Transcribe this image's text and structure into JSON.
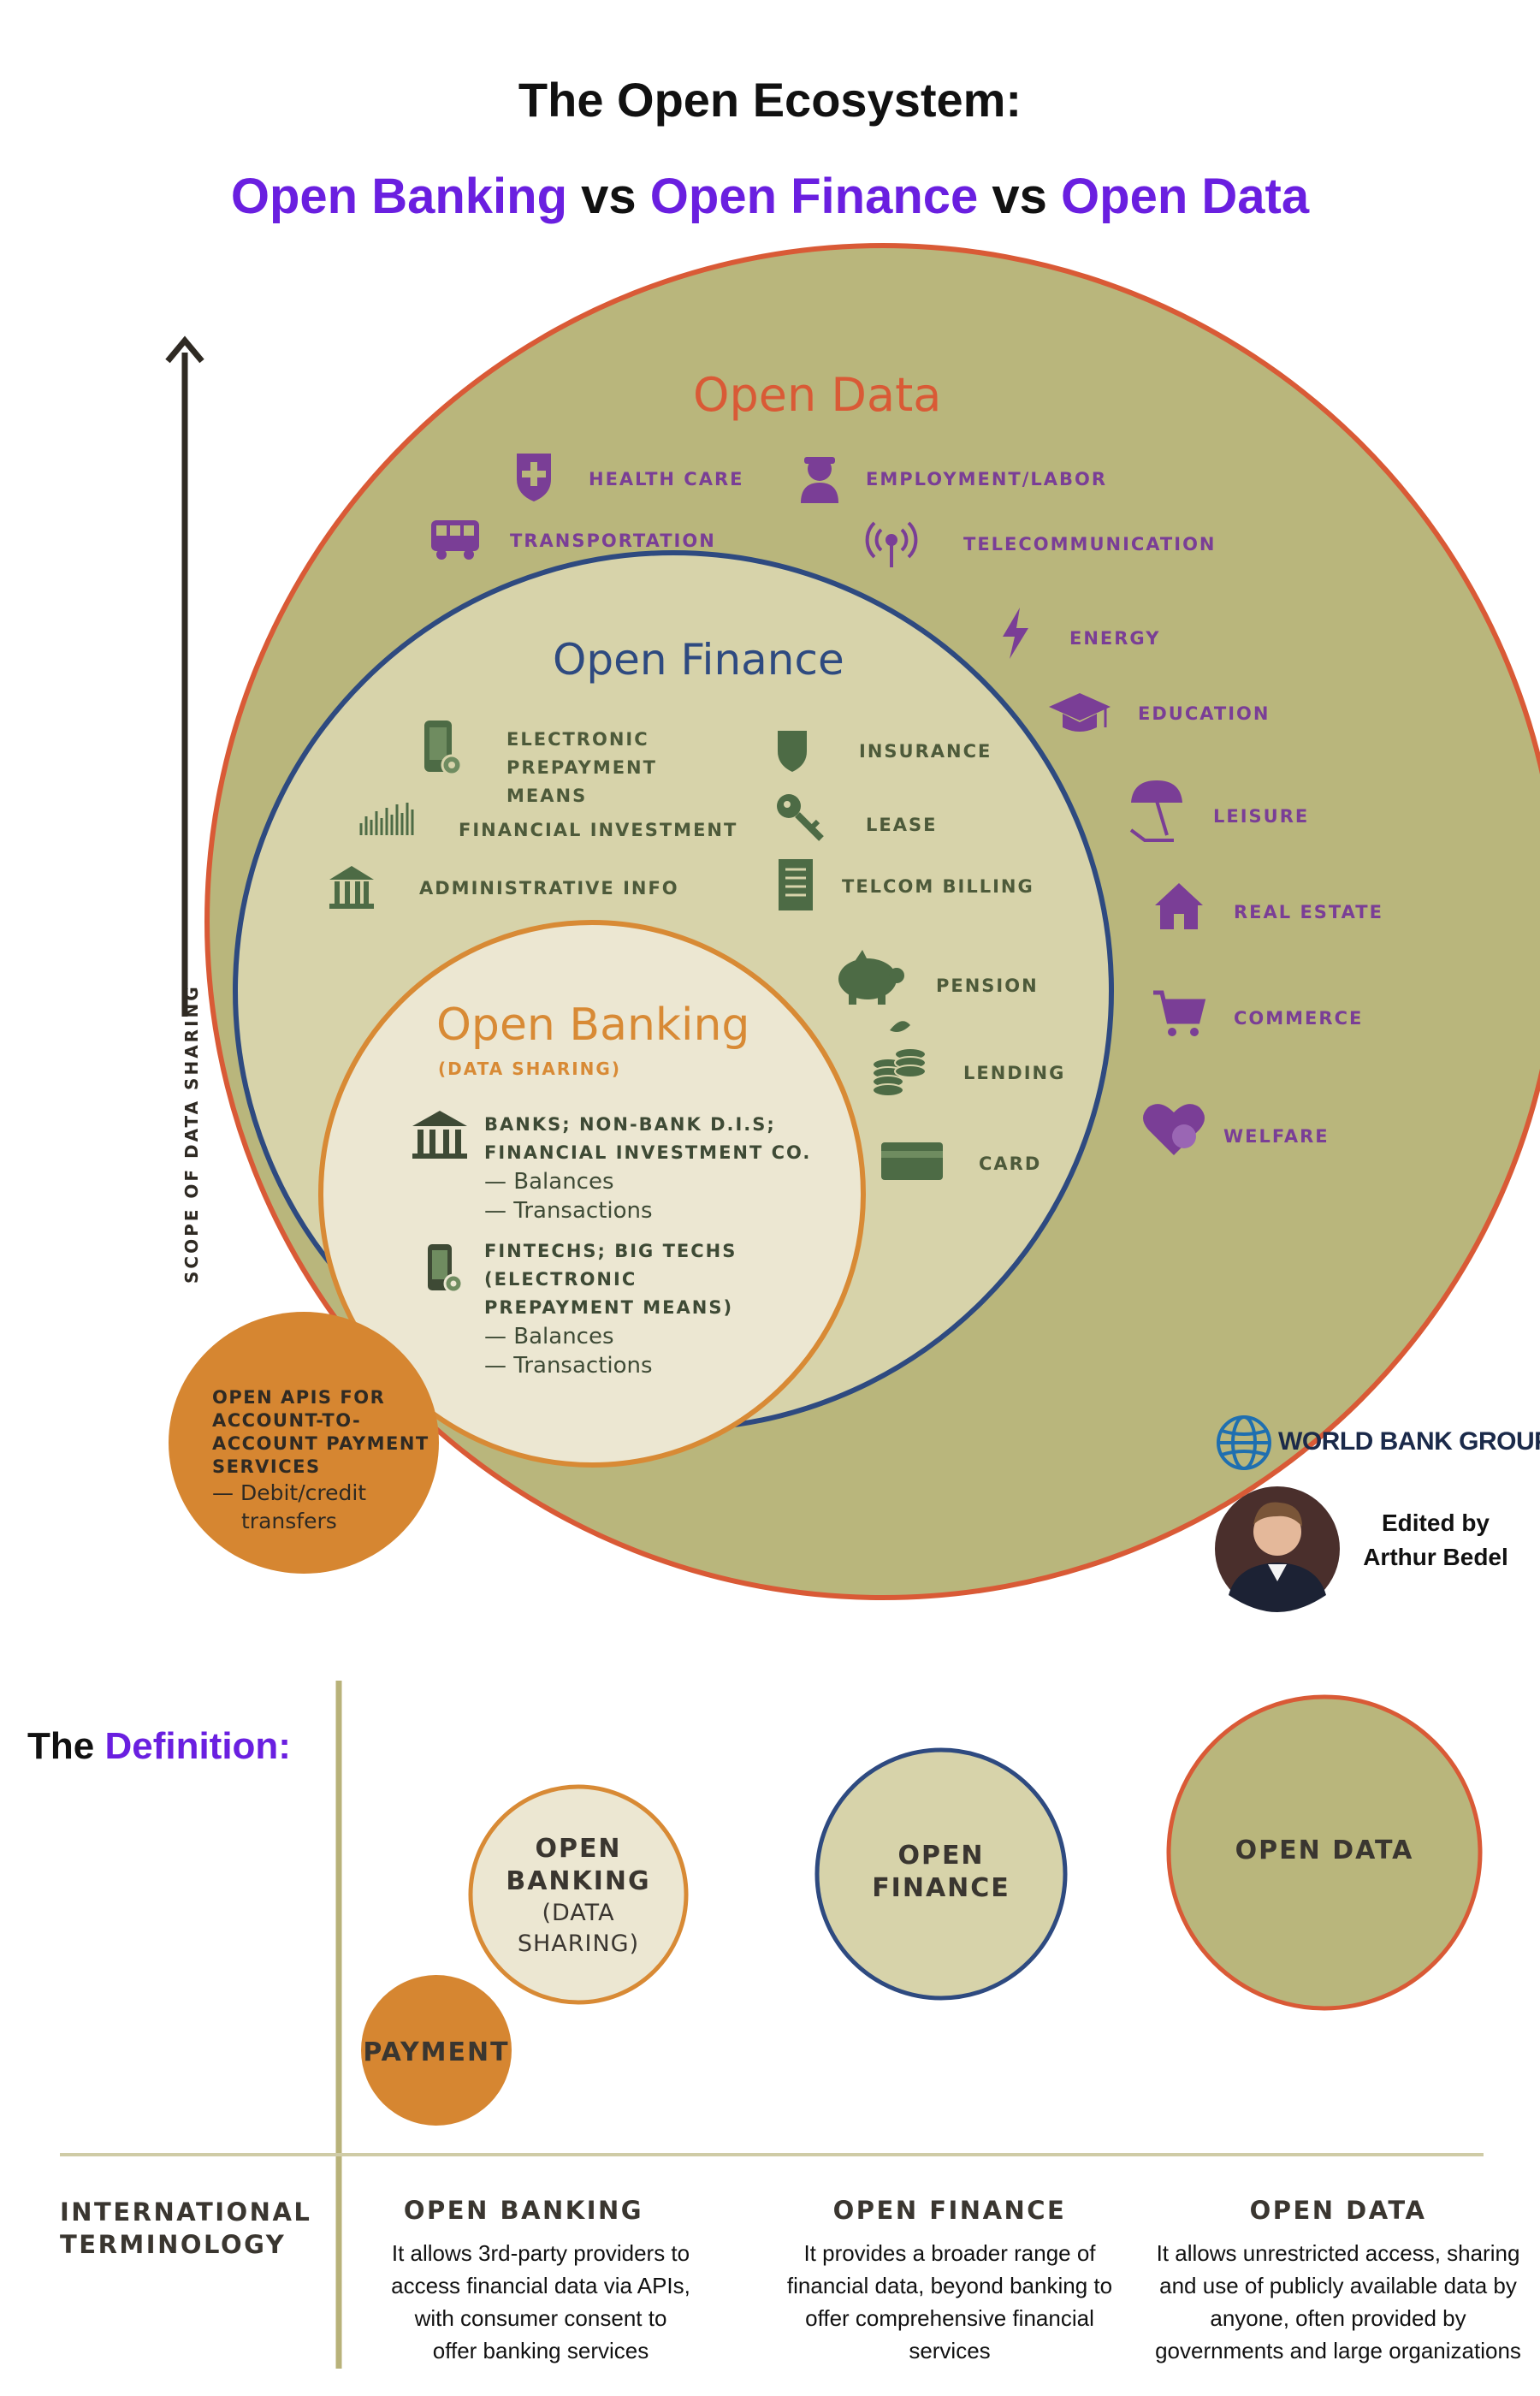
{
  "header": {
    "title": "The Open Ecosystem:",
    "subtitle": {
      "part1": "Open Banking",
      "vs1": " vs ",
      "part2": "Open Finance",
      "vs2": " vs ",
      "part3": "Open Data"
    }
  },
  "colors": {
    "open_data_fill": "#b9b67c",
    "open_data_border": "#d95a36",
    "open_finance_fill": "#d7d3aa",
    "open_finance_border": "#2e4a80",
    "open_banking_fill": "#ece7d2",
    "open_banking_border": "#d88a35",
    "payment_fill": "#d68631",
    "accent_purple": "#6a1fe0",
    "od_icon": "#7a3e96",
    "of_icon": "#4d6b45"
  },
  "diagram": {
    "axis_label": "SCOPE OF DATA SHARING",
    "open_data": {
      "title": "Open Data",
      "items": [
        {
          "label": "HEALTH CARE",
          "icon": "health-shield-icon"
        },
        {
          "label": "EMPLOYMENT/LABOR",
          "icon": "worker-icon"
        },
        {
          "label": "TRANSPORTATION",
          "icon": "bus-icon"
        },
        {
          "label": "TELECOMMUNICATION",
          "icon": "broadcast-icon"
        },
        {
          "label": "ENERGY",
          "icon": "lightning-icon"
        },
        {
          "label": "EDUCATION",
          "icon": "graduation-cap-icon"
        },
        {
          "label": "LEISURE",
          "icon": "beach-umbrella-icon"
        },
        {
          "label": "REAL ESTATE",
          "icon": "house-icon"
        },
        {
          "label": "COMMERCE",
          "icon": "shopping-cart-icon"
        },
        {
          "label": "WELFARE",
          "icon": "heart-icon"
        }
      ]
    },
    "open_finance": {
      "title": "Open Finance",
      "items": [
        {
          "label": "ELECTRONIC PREPAYMENT MEANS",
          "icon": "phone-gear-icon"
        },
        {
          "label": "INSURANCE",
          "icon": "shield-icon"
        },
        {
          "label": "FINANCIAL INVESTMENT",
          "icon": "stock-chart-icon"
        },
        {
          "label": "LEASE",
          "icon": "key-icon"
        },
        {
          "label": "ADMINISTRATIVE INFO",
          "icon": "government-building-icon"
        },
        {
          "label": "TELCOM BILLING",
          "icon": "bill-icon"
        },
        {
          "label": "PENSION",
          "icon": "piggy-bank-icon"
        },
        {
          "label": "LENDING",
          "icon": "coins-icon"
        },
        {
          "label": "CARD",
          "icon": "card-icon"
        }
      ]
    },
    "open_banking": {
      "title": "Open Banking",
      "subtitle": "(DATA SHARING)",
      "group1": {
        "line1": "BANKS; NON-BANK D.I.S;",
        "line2": "FINANCIAL INVESTMENT CO.",
        "sub1": "— Balances",
        "sub2": "— Transactions"
      },
      "group2": {
        "line1": "FINTECHS; BIG TECHS",
        "line2": "(ELECTRONIC",
        "line3": "PREPAYMENT MEANS)",
        "sub1": "— Balances",
        "sub2": "— Transactions"
      }
    },
    "payments": {
      "line1": "OPEN APIS FOR",
      "line2": "ACCOUNT-TO-",
      "line3": "ACCOUNT PAYMENT",
      "line4": "SERVICES",
      "sub1": "— Debit/credit",
      "sub2": "transfers"
    }
  },
  "credits": {
    "org": "WORLD BANK GROUP",
    "edited_line1": "Edited by",
    "edited_line2": "Arthur Bedel"
  },
  "definition": {
    "title_part1": "The ",
    "title_part2": "Definition:",
    "circles": {
      "payment": "PAYMENT",
      "open_banking_l1": "OPEN",
      "open_banking_l2": "BANKING",
      "open_banking_sub1": "(DATA",
      "open_banking_sub2": "SHARING)",
      "open_finance_l1": "OPEN",
      "open_finance_l2": "FINANCE",
      "open_data": "OPEN DATA"
    },
    "terminology_label_l1": "INTERNATIONAL",
    "terminology_label_l2": "TERMINOLOGY",
    "terms": [
      {
        "heading": "OPEN BANKING",
        "lines": [
          "It allows 3rd-party providers to",
          "access financial data via APIs,",
          "with consumer consent to",
          "offer banking services"
        ]
      },
      {
        "heading": "OPEN FINANCE",
        "lines": [
          "It provides a broader range of",
          "financial data, beyond banking to",
          "offer comprehensive financial",
          "services"
        ]
      },
      {
        "heading": "OPEN DATA",
        "lines": [
          "It allows unrestricted access, sharing",
          "and use of publicly available data by",
          "anyone, often provided by",
          "governments and large organizations"
        ]
      }
    ]
  }
}
